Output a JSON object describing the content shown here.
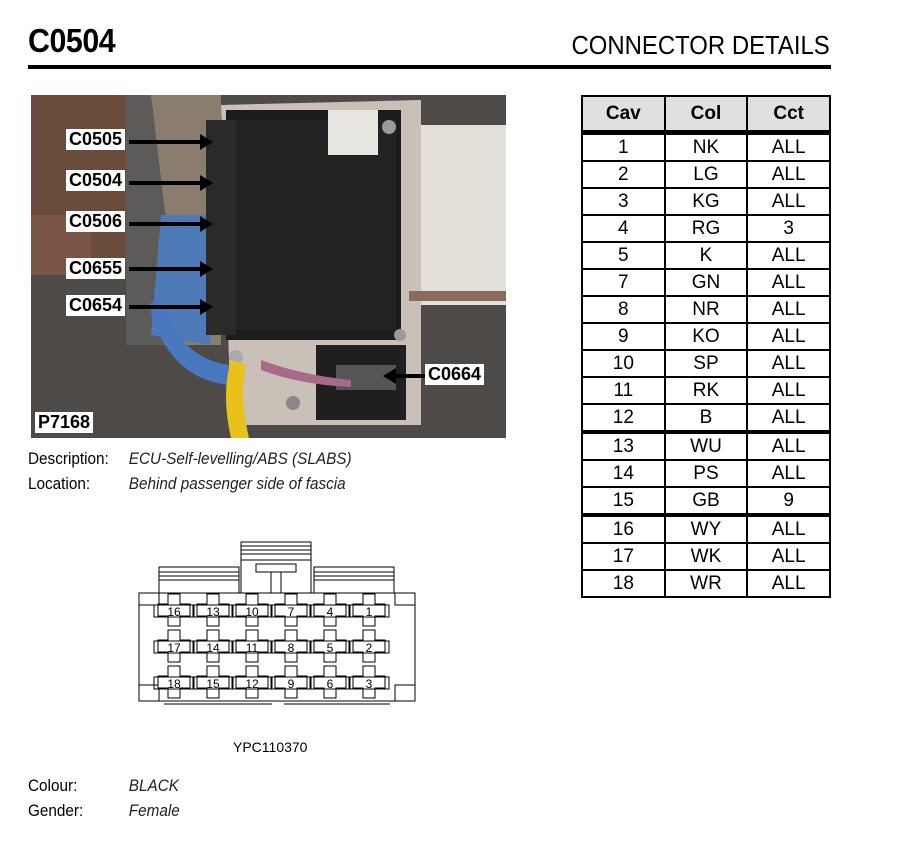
{
  "header": {
    "connector_id": "C0504",
    "section_title": "CONNECTOR DETAILS"
  },
  "photo": {
    "image_ref": "P7168",
    "callouts": [
      "C0505",
      "C0504",
      "C0506",
      "C0655",
      "C0654",
      "C0664"
    ]
  },
  "details": {
    "description_label": "Description:",
    "description_value": "ECU-Self-levelling/ABS (SLABS)",
    "location_label": "Location:",
    "location_value": "Behind passenger side of fascia",
    "colour_label": "Colour:",
    "colour_value": "BLACK",
    "gender_label": "Gender:",
    "gender_value": "Female"
  },
  "diagram": {
    "part_number": "YPC110370",
    "pin_rows": [
      [
        "16",
        "13",
        "10",
        "7",
        "4",
        "1"
      ],
      [
        "17",
        "14",
        "11",
        "8",
        "5",
        "2"
      ],
      [
        "18",
        "15",
        "12",
        "9",
        "6",
        "3"
      ]
    ]
  },
  "table": {
    "headers": [
      "Cav",
      "Col",
      "Cct"
    ],
    "rows": [
      [
        "1",
        "NK",
        "ALL"
      ],
      [
        "2",
        "LG",
        "ALL"
      ],
      [
        "3",
        "KG",
        "ALL"
      ],
      [
        "4",
        "RG",
        "3"
      ],
      [
        "5",
        "K",
        "ALL"
      ],
      [
        "7",
        "GN",
        "ALL"
      ],
      [
        "8",
        "NR",
        "ALL"
      ],
      [
        "9",
        "KO",
        "ALL"
      ],
      [
        "10",
        "SP",
        "ALL"
      ],
      [
        "11",
        "RK",
        "ALL"
      ],
      [
        "12",
        "B",
        "ALL"
      ],
      [
        "13",
        "WU",
        "ALL"
      ],
      [
        "14",
        "PS",
        "ALL"
      ],
      [
        "15",
        "GB",
        "9"
      ],
      [
        "16",
        "WY",
        "ALL"
      ],
      [
        "17",
        "WK",
        "ALL"
      ],
      [
        "18",
        "WR",
        "ALL"
      ]
    ]
  }
}
